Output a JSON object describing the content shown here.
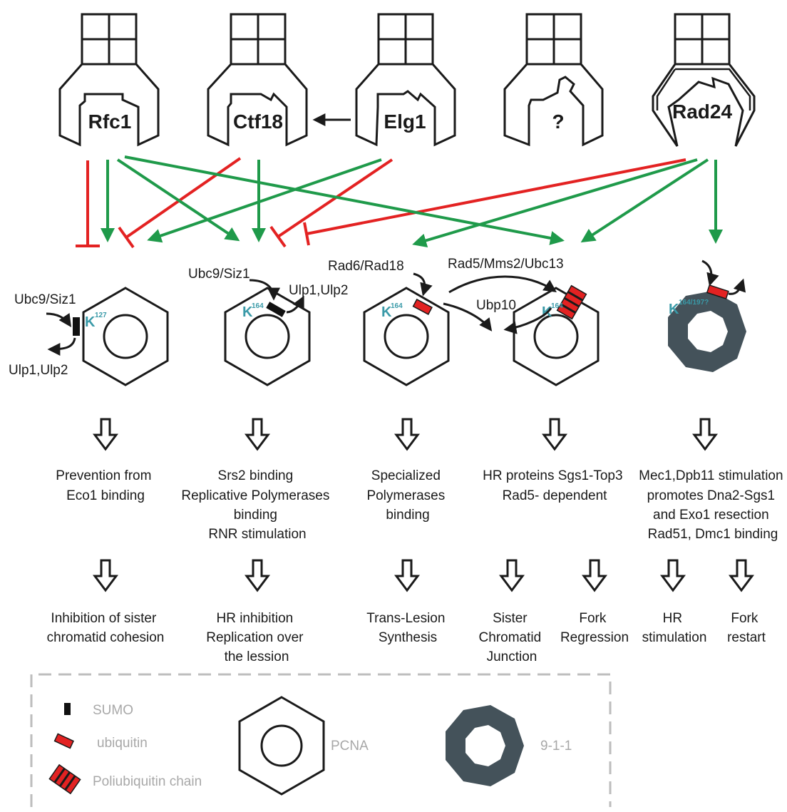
{
  "clamp_loaders": [
    {
      "label": "Rfc1"
    },
    {
      "label": "Ctf18"
    },
    {
      "label": "Elg1"
    },
    {
      "label": "?"
    },
    {
      "label": "Rad24"
    }
  ],
  "modifications": {
    "sumo_k127": {
      "lysine": "K",
      "position": "127",
      "ligase": "Ubc9/Siz1",
      "protease": "Ulp1,Ulp2"
    },
    "sumo_k164": {
      "lysine": "K",
      "position": "164",
      "ligase": "Ubc9/Siz1",
      "protease": "Ulp1,Ulp2"
    },
    "monoub_k164": {
      "lysine": "K",
      "position": "164",
      "ligase": "Rad6/Rad18"
    },
    "polyub_k164": {
      "lysine": "K",
      "position": "164",
      "ligase": "Rad5/Mms2/Ubc13",
      "deubiquitinase": "Ubp10"
    },
    "ub_911": {
      "lysine": "K",
      "position": "164/197?"
    }
  },
  "functions": [
    [
      "Prevention from",
      "Eco1 binding"
    ],
    [
      "Srs2 binding",
      "Replicative Polymerases",
      "binding",
      "RNR stimulation"
    ],
    [
      "Specialized",
      "Polymerases",
      "binding"
    ],
    [
      "HR proteins Sgs1-Top3",
      "Rad5- dependent"
    ],
    [
      "Mec1,Dpb11 stimulation",
      "promotes Dna2-Sgs1",
      "and Exo1 resection",
      "Rad51, Dmc1 binding"
    ]
  ],
  "outcomes": [
    [
      "Inhibition of sister",
      "chromatid cohesion"
    ],
    [
      "HR inhibition",
      "Replication over",
      "the lession"
    ],
    [
      "Trans-Lesion",
      "Synthesis"
    ],
    [
      "Sister",
      "Chromatid",
      "Junction"
    ],
    [
      "Fork",
      "Regression"
    ],
    [
      "HR",
      "stimulation"
    ],
    [
      "Fork",
      "restart"
    ]
  ],
  "legend": {
    "sumo": "SUMO",
    "ubiquitin": "ubiquitin",
    "polyubiquitin": "Poliubiquitin chain",
    "pcna": "PCNA",
    "nine_one_one": "9-1-1"
  },
  "colors": {
    "activation": "#1f9a4a",
    "inhibition": "#e32222",
    "ubiquitin_fill": "#e32222",
    "sumo_fill": "#111111",
    "ring_911": "#44525a",
    "lysine_label": "#3a9aa8",
    "legend_border": "#bdbdbd",
    "legend_text": "#a8a8a8"
  }
}
